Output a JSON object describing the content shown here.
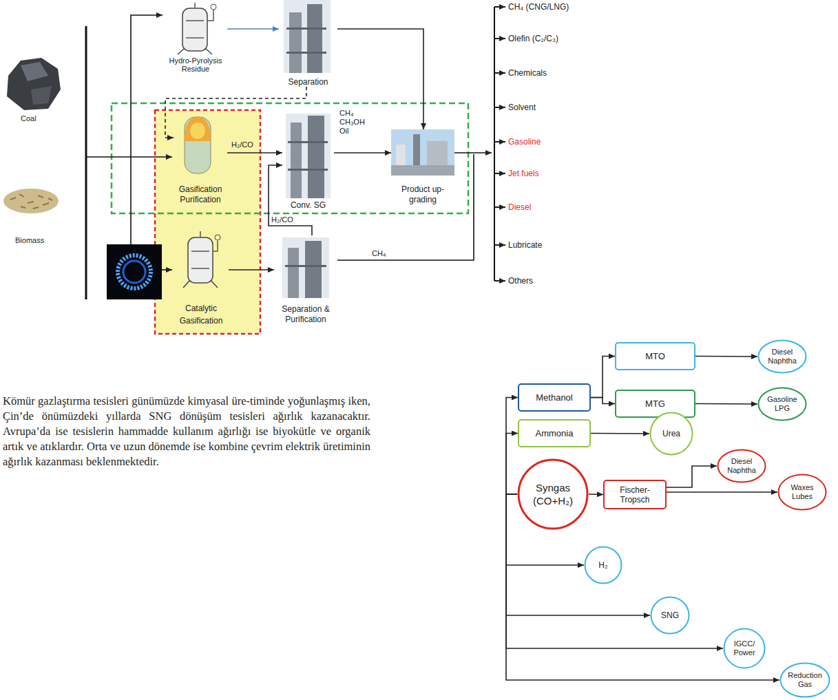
{
  "diagram": {
    "nodes": [
      {
        "text": [
          "Hydro-Pyrolysis Residue"
        ]
      },
      {
        "text": [
          "Separation"
        ]
      },
      {
        "text": [
          "Gasification Purification"
        ]
      },
      {
        "text": [
          "Conv. SG"
        ]
      },
      {
        "text": [
          "Product up-grading"
        ]
      },
      {
        "text": [
          "Catalytic Gasification"
        ]
      },
      {
        "text": [
          "Separation & Purification"
        ]
      },
      {
        "text": [
          "Syngas (CO+H₂)"
        ]
      },
      {
        "text": [
          "Methanol"
        ]
      },
      {
        "text": [
          "MTO"
        ]
      },
      {
        "text": [
          "MTG"
        ]
      },
      {
        "text": [
          "Diesel Naphtha"
        ]
      },
      {
        "text": [
          "Gasoline LPG"
        ]
      },
      {
        "text": [
          "Ammonia"
        ]
      },
      {
        "text": [
          "Urea"
        ]
      },
      {
        "text": [
          "Fischer-Tropsch"
        ]
      },
      {
        "text": [
          "Diesel Naphtha"
        ]
      },
      {
        "text": [
          "Waxes Lubes"
        ]
      },
      {
        "text": [
          "H₂"
        ]
      },
      {
        "text": [
          "SNG"
        ]
      },
      {
        "text": [
          "IGCC/ Power"
        ]
      },
      {
        "text": [
          "Reduction Gas"
        ]
      }
    ],
    "edges": [
      {
        "from": 0,
        "to": 1,
        "arrow": "to"
      },
      {
        "from": 1,
        "to": 4,
        "arrow": "to"
      },
      {
        "from": 1,
        "to": 2,
        "arrow": "to"
      },
      {
        "from": 2,
        "to": 3,
        "label": "H₂/CO",
        "arrow": "to"
      },
      {
        "from": 3,
        "to": 4,
        "label": "CH₄ CH₃OH Oil",
        "arrow": "to"
      },
      {
        "from": 5,
        "to": 6,
        "arrow": "to"
      },
      {
        "from": 6,
        "to": 3,
        "label": "H₂/CO",
        "arrow": "to"
      },
      {
        "from": 7,
        "to": 8,
        "arrow": "to"
      },
      {
        "from": 7,
        "to": 13,
        "arrow": "to"
      },
      {
        "from": 7,
        "to": 15,
        "arrow": "to"
      },
      {
        "from": 7,
        "to": 18,
        "arrow": "to"
      },
      {
        "from": 7,
        "to": 19,
        "arrow": "to"
      },
      {
        "from": 7,
        "to": 20,
        "arrow": "to"
      },
      {
        "from": 7,
        "to": 21,
        "arrow": "to"
      },
      {
        "from": 8,
        "to": 9,
        "arrow": "to"
      },
      {
        "from": 8,
        "to": 10,
        "arrow": "to"
      },
      {
        "from": 9,
        "to": 11,
        "arrow": "to"
      },
      {
        "from": 10,
        "to": 12,
        "arrow": "to"
      },
      {
        "from": 13,
        "to": 14,
        "arrow": "to"
      },
      {
        "from": 15,
        "to": 16,
        "arrow": "to"
      },
      {
        "from": 15,
        "to": 17,
        "arrow": "to"
      }
    ],
    "labels": [
      "Coal",
      "Biomass",
      "CH₄",
      "CH₄ (CNG/LNG)",
      "Olefin (C₂/C₃)",
      "Chemicals",
      "Solvent",
      "Gasoline",
      "Jet fuels",
      "Diesel",
      "Lubricate",
      "Others",
      "Kömür gazlaştırma tesisleri günümüzde kimyasal üre-timinde yoğunlaşmış iken, Çin’de önümüzdeki yıllarda SNG dönüşüm tesisleri ağırlık kazanacaktır. Avrupa’da ise tesislerin hammadde kullanım ağırlığı ise biyokütle ve organik artık ve atıklardır. Orta ve uzun dönemde ise kombine çevrim elektrik üretiminin ağırlık kazanması beklenmektedir."
    ]
  }
}
